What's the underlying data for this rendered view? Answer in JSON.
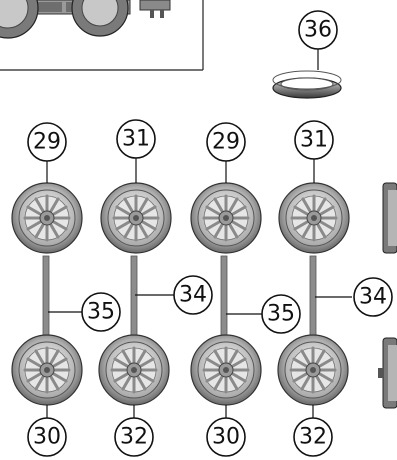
{
  "callouts": {
    "c36": "36",
    "c29a": "29",
    "c31a": "31",
    "c29b": "29",
    "c31b": "31",
    "c35a": "35",
    "c34a": "34",
    "c35b": "35",
    "c34b": "34",
    "c30a": "30",
    "c32a": "32",
    "c30b": "30",
    "c32b": "32"
  },
  "colors": {
    "tire": "#8a8a8a",
    "rim": "#cfcfcf",
    "hub": "#9a9a9a",
    "outline": "#333333"
  }
}
